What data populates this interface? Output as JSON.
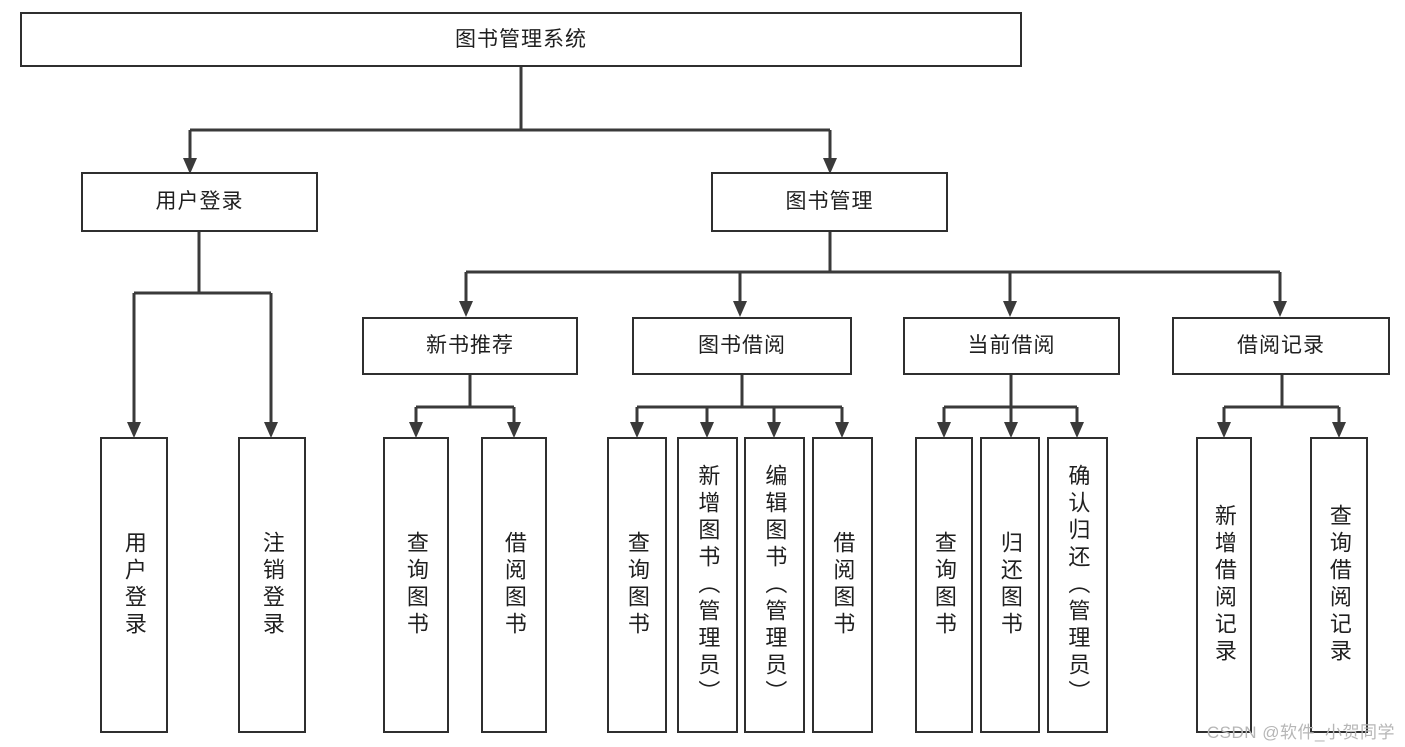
{
  "diagram": {
    "title": "图书管理系统",
    "type": "tree-hierarchy-diagram",
    "watermark": "CSDN @软件_小贺同学",
    "colors": {
      "box_border": "#2f2f2f",
      "box_fill": "#ffffff",
      "connector": "#3a3a3a",
      "text": "#1f1f1f",
      "watermark": "#b6b6b6"
    }
  },
  "nodes": {
    "root": {
      "label": "图书管理系统"
    },
    "level2": [
      {
        "label": "用户登录"
      },
      {
        "label": "图书管理"
      }
    ],
    "level3": [
      {
        "label": "新书推荐"
      },
      {
        "label": "图书借阅"
      },
      {
        "label": "当前借阅"
      },
      {
        "label": "借阅记录"
      }
    ],
    "leaves": {
      "user_login": [
        {
          "label": "用户登录"
        },
        {
          "label": "注销登录"
        }
      ],
      "new_book_recommend": [
        {
          "label": "查询图书"
        },
        {
          "label": "借阅图书"
        }
      ],
      "book_borrow": [
        {
          "label": "查询图书"
        },
        {
          "label": "新增图书（管理员）"
        },
        {
          "label": "编辑图书（管理员）"
        },
        {
          "label": "借阅图书"
        }
      ],
      "current_borrow": [
        {
          "label": "查询图书"
        },
        {
          "label": "归还图书"
        },
        {
          "label": "确认归还（管理员）"
        }
      ],
      "borrow_record": [
        {
          "label": "新增借阅记录"
        },
        {
          "label": "查询借阅记录"
        }
      ]
    }
  }
}
